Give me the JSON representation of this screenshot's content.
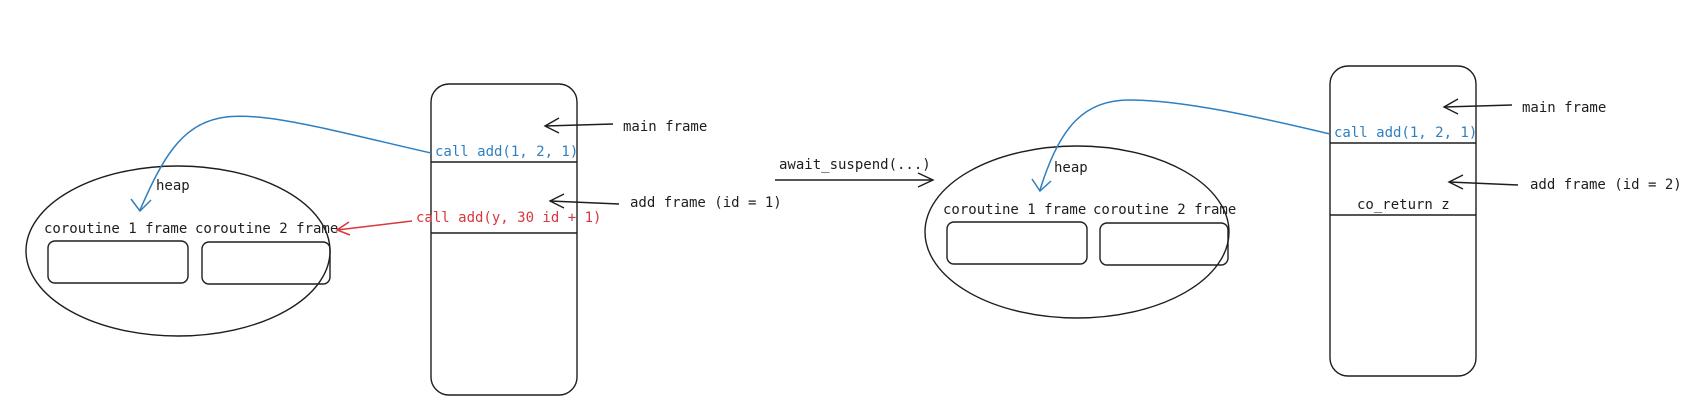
{
  "colors": {
    "ink": "#1e1e1e",
    "blue": "#2f7fbf",
    "red": "#d9363e"
  },
  "left": {
    "heap_label": "heap",
    "coroutine1_label": "coroutine 1 frame",
    "coroutine2_label": "coroutine 2 frame",
    "call_main": "call add(1, 2, 1)",
    "call_add": "call add(y, 30 id + 1)",
    "main_frame_label": "main frame",
    "add_frame_label": "add frame (id = 1)"
  },
  "transition_label": "await_suspend(...)",
  "right": {
    "heap_label": "heap",
    "coroutine1_label": "coroutine 1 frame",
    "coroutine2_label": "coroutine 2 frame",
    "call_main": "call add(1, 2, 1)",
    "co_return": "co_return z",
    "main_frame_label": "main frame",
    "add_frame_label": "add frame (id = 2)"
  }
}
